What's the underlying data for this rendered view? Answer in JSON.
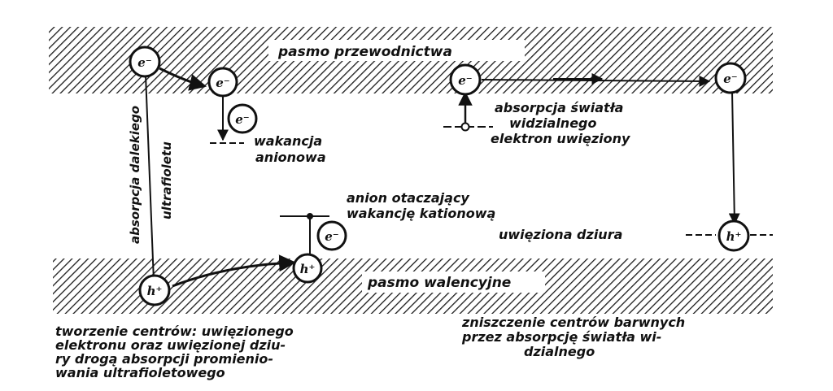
{
  "bands": {
    "conduction": "pasmo przewodnictwa",
    "valence": "pasmo walencyjne"
  },
  "particles": {
    "electron": "e⁻",
    "hole": "h⁺"
  },
  "labels": {
    "anion_vacancy_1": "wakancja",
    "anion_vacancy_2": "anionowa",
    "far_uv_1": "absorpcja dalekiego",
    "far_uv_2": "ultrafioletu",
    "visible_abs_1": "absorpcja światła",
    "visible_abs_2": "widzialnego",
    "visible_abs_3": "elektron uwięziony",
    "anion_1": "anion otaczający",
    "anion_2": "wakancję kationową",
    "trapped_hole": "uwięziona dziura"
  },
  "captions": {
    "left": [
      "tworzenie centrów: uwięzionego",
      "elektronu oraz uwięzionej dziu-",
      "ry drogą absorpcji promienio-",
      "wania ultrafioletowego"
    ],
    "right": [
      "zniszczenie centrów barwnych",
      "przez absorpcję światła wi-",
      "dzialnego"
    ]
  }
}
